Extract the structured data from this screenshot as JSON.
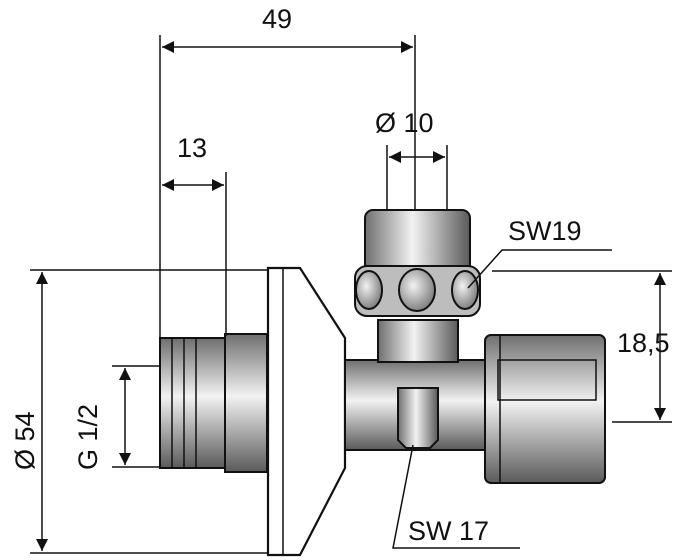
{
  "drawing": {
    "colors": {
      "ink": "#111111",
      "background": "#ffffff",
      "metal_dark": "#6f6f6f",
      "metal_light": "#f2f2f2"
    },
    "dimensions": [
      {
        "id": "overall-length",
        "label": "49"
      },
      {
        "id": "outlet-diameter",
        "label": "Ø 10"
      },
      {
        "id": "thread-length",
        "label": "13"
      },
      {
        "id": "wrench-size-cap",
        "label": "SW19"
      },
      {
        "id": "outlet-offset",
        "label": "18,5"
      },
      {
        "id": "rosette-diameter",
        "label": "Ø 54"
      },
      {
        "id": "thread-size",
        "label": "G 1/2"
      },
      {
        "id": "wrench-size-body",
        "label": "SW 17"
      }
    ]
  }
}
